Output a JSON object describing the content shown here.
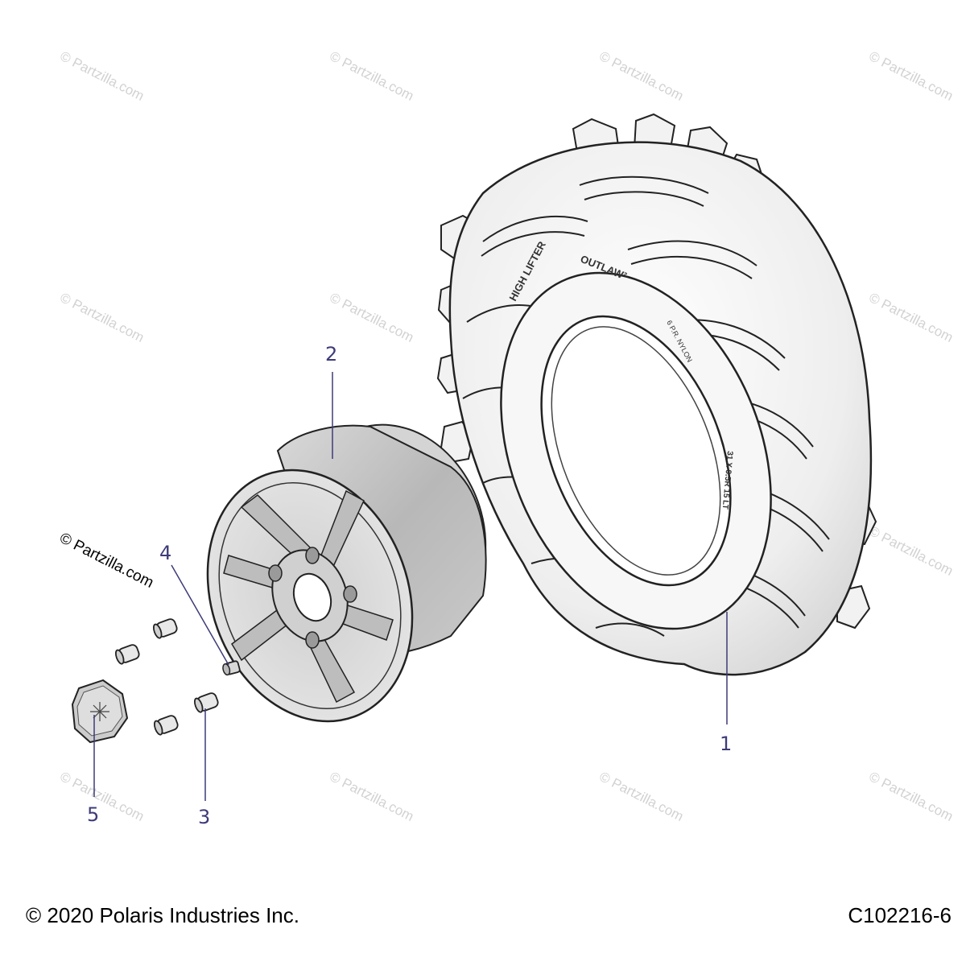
{
  "diagram": {
    "copyright": "© 2020 Polaris Industries Inc.",
    "diagram_code": "C102216-6",
    "watermark_text": "© Partzilla.com",
    "callouts": [
      {
        "id": "1",
        "part": "tire"
      },
      {
        "id": "2",
        "part": "wheel"
      },
      {
        "id": "3",
        "part": "lug-nut"
      },
      {
        "id": "4",
        "part": "valve-stem"
      },
      {
        "id": "5",
        "part": "hub-cap"
      }
    ],
    "tire_sidewall": {
      "brand": "HIGH LIFTER",
      "model": "OUTLAW²",
      "ply": "6 P.R. NYLON",
      "size": "31 X 9.5R 15 LT"
    },
    "colors": {
      "callout_text": "#3d3b78",
      "leader_line": "#3d3b78",
      "part_outline": "#222222",
      "watermark": "#d2d2d2"
    }
  }
}
